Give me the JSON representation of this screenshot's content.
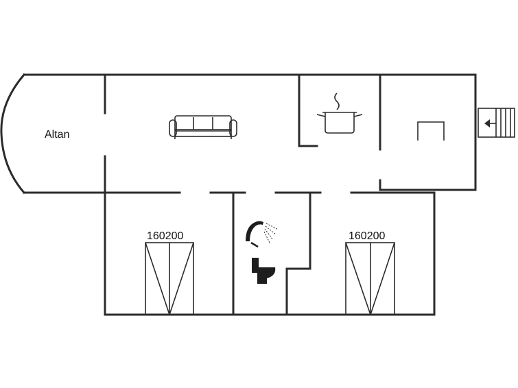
{
  "rooms": {
    "balcony_label": "Altan",
    "bedroom_left_label": "160200",
    "bedroom_right_label": "160200"
  },
  "icons": [
    "sofa-icon",
    "cooking-pot-icon",
    "shower-icon",
    "toilet-icon",
    "stove-icon",
    "entrance-arrow-icon",
    "double-bed-icon"
  ]
}
